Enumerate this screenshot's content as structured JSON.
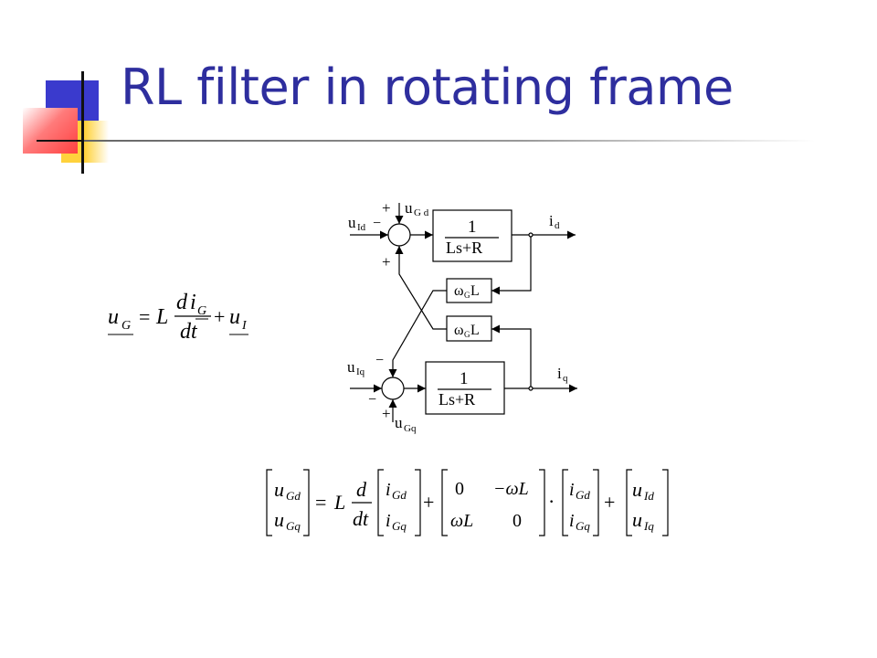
{
  "slide": {
    "title": "RL filter in rotating frame",
    "accent_colors": {
      "title": "#2e2e9e",
      "square_blue": "#3a3acd",
      "square_red": "#ff5a5a",
      "square_yellow": "#ffd23c"
    }
  },
  "equation_left": {
    "lhs": "u",
    "lhs_sub": "G",
    "equals": "=",
    "L": "L",
    "num_d": "d",
    "num_i": "i",
    "num_sub": "G",
    "den": "dt",
    "plus": "+",
    "rhs": "u",
    "rhs_sub": "I"
  },
  "diagram": {
    "top": {
      "input_label": "u",
      "input_sub": "Id",
      "minus": "−",
      "plus_top": "+",
      "plus_bottom": "+",
      "feed_label": "u",
      "feed_sub": "G d",
      "tf_num": "1",
      "tf_den": "Ls+R",
      "output_label": "i",
      "output_sub": "d"
    },
    "coupling_top": {
      "omega": "ω",
      "sub": "G",
      "L": "L"
    },
    "coupling_bottom": {
      "omega": "ω",
      "sub": "G",
      "L": "L"
    },
    "bottom": {
      "input_label": "u",
      "input_sub": "Iq",
      "minus_top": "−",
      "minus_left": "−",
      "plus_bottom": "+",
      "feed_label": "u",
      "feed_sub": "Gq",
      "tf_num": "1",
      "tf_den": "Ls+R",
      "output_label": "i",
      "output_sub": "q"
    }
  },
  "equation_matrix": {
    "v1": [
      "u",
      "Gd"
    ],
    "v2": [
      "u",
      "Gq"
    ],
    "equals": "=",
    "L": "L",
    "d": "d",
    "dt": "dt",
    "i1": [
      "i",
      "Gd"
    ],
    "i2": [
      "i",
      "Gq"
    ],
    "plus": "+",
    "m11": "0",
    "m12": "−ωL",
    "m21": "ωL",
    "m22": "0",
    "dot": "·",
    "j1": [
      "i",
      "Gd"
    ],
    "j2": [
      "i",
      "Gq"
    ],
    "w1": [
      "u",
      "Id"
    ],
    "w2": [
      "u",
      "Iq"
    ]
  }
}
